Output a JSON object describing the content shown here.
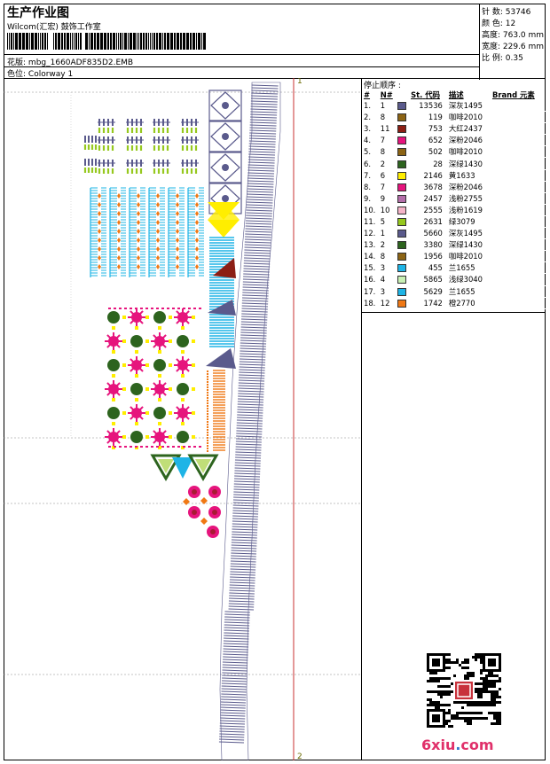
{
  "header": {
    "title": "生产作业图",
    "subtitle": "Wilcom(汇宏) 鼓饰工作室",
    "design_label": "花版:",
    "design_value": "mbg_1660ADF835D2.EMB",
    "colorway_label": "色位:",
    "colorway_value": "Colorway 1"
  },
  "info": {
    "stitches": "针 数: 53746",
    "colors": "颜 色: 12",
    "height": "高度: 763.0 mm",
    "width": "宽度: 229.6 mm",
    "scale": "比 例: 0.35"
  },
  "markers": {
    "top": "1",
    "bottom": "2"
  },
  "stop_sequence": {
    "title": "停止顺序 :",
    "headers": {
      "num": "#",
      "needle": "N#",
      "stitches": "St.",
      "code": "代码",
      "desc": "描述",
      "brand": "Brand",
      "element": "元素"
    },
    "rows": [
      {
        "n": "1.",
        "needle": "1",
        "color": "#5a5a8c",
        "st": "13536",
        "desc": "深灰1495"
      },
      {
        "n": "2.",
        "needle": "8",
        "color": "#8c6414",
        "st": "119",
        "desc": "咖啡2010"
      },
      {
        "n": "3.",
        "needle": "11",
        "color": "#8c1e14",
        "st": "753",
        "desc": "大红2437"
      },
      {
        "n": "4.",
        "needle": "7",
        "color": "#e6147d",
        "st": "652",
        "desc": "深粉2046"
      },
      {
        "n": "5.",
        "needle": "8",
        "color": "#8c6414",
        "st": "502",
        "desc": "咖啡2010"
      },
      {
        "n": "6.",
        "needle": "2",
        "color": "#2d641e",
        "st": "28",
        "desc": "深绿1430"
      },
      {
        "n": "7.",
        "needle": "6",
        "color": "#ffee00",
        "st": "2146",
        "desc": "黄1633"
      },
      {
        "n": "8.",
        "needle": "7",
        "color": "#e6147d",
        "st": "3678",
        "desc": "深粉2046"
      },
      {
        "n": "9.",
        "needle": "9",
        "color": "#b46eaa",
        "st": "2457",
        "desc": "浅粉2755"
      },
      {
        "n": "10.",
        "needle": "10",
        "color": "#f5b4c8",
        "st": "2555",
        "desc": "浅粉1619"
      },
      {
        "n": "11.",
        "needle": "5",
        "color": "#96c81e",
        "st": "2631",
        "desc": "绿3079"
      },
      {
        "n": "12.",
        "needle": "1",
        "color": "#5a5a8c",
        "st": "5660",
        "desc": "深灰1495"
      },
      {
        "n": "13.",
        "needle": "2",
        "color": "#2d641e",
        "st": "3380",
        "desc": "深绿1430"
      },
      {
        "n": "14.",
        "needle": "8",
        "color": "#8c6414",
        "st": "1956",
        "desc": "咖啡2010"
      },
      {
        "n": "15.",
        "needle": "3",
        "color": "#1eb4e6",
        "st": "455",
        "desc": "兰1655"
      },
      {
        "n": "16.",
        "needle": "4",
        "color": "#c8f0b4",
        "st": "5865",
        "desc": "浅绿3040"
      },
      {
        "n": "17.",
        "needle": "3",
        "color": "#1eb4e6",
        "st": "5629",
        "desc": "兰1655"
      },
      {
        "n": "18.",
        "needle": "12",
        "color": "#f07814",
        "st": "1742",
        "desc": "橙2770"
      }
    ]
  },
  "footer": {
    "brand": "6xiu",
    "brand_dot": ".",
    "brand_tail": "com"
  },
  "colors": {
    "gray": "#5a5a8c",
    "green": "#96c81e",
    "blue": "#1eb4e6",
    "brown": "#8c6414",
    "pink": "#e6147d",
    "yellow": "#ffee00",
    "darkgreen": "#2d641e",
    "orange": "#f07814",
    "red": "#8c1e14",
    "guide_red": "#c83232"
  }
}
